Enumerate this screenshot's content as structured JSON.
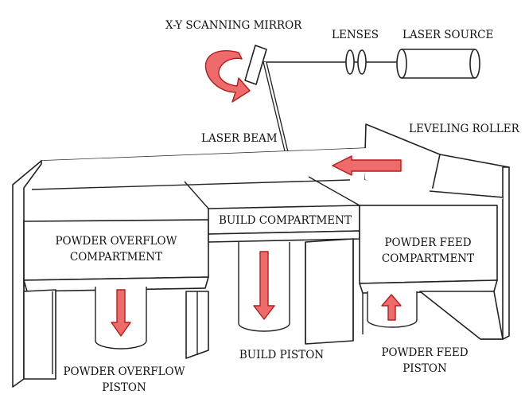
{
  "labels": {
    "mirror": "X-Y SCANNING MIRROR",
    "lenses": "LENSES",
    "laser_source": "LASER SOURCE",
    "laser_beam": "LASER BEAM",
    "leveling_roller": "LEVELING ROLLER",
    "build_compartment": "BUILD COMPARTMENT",
    "overflow_compartment_line1": "POWDER OVERFLOW",
    "overflow_compartment_line2": "COMPARTMENT",
    "feed_compartment_line1": "POWDER FEED",
    "feed_compartment_line2": "COMPARTMENT",
    "overflow_piston_line1": "POWDER OVERFLOW",
    "overflow_piston_line2": "PISTON",
    "build_piston": "BUILD PISTON",
    "feed_piston_line1": "POWDER FEED",
    "feed_piston_line2": "PISTON"
  },
  "colors": {
    "arrow_fill": "#ee6b6b",
    "arrow_stroke": "#b71c1c",
    "line": "#222222"
  }
}
